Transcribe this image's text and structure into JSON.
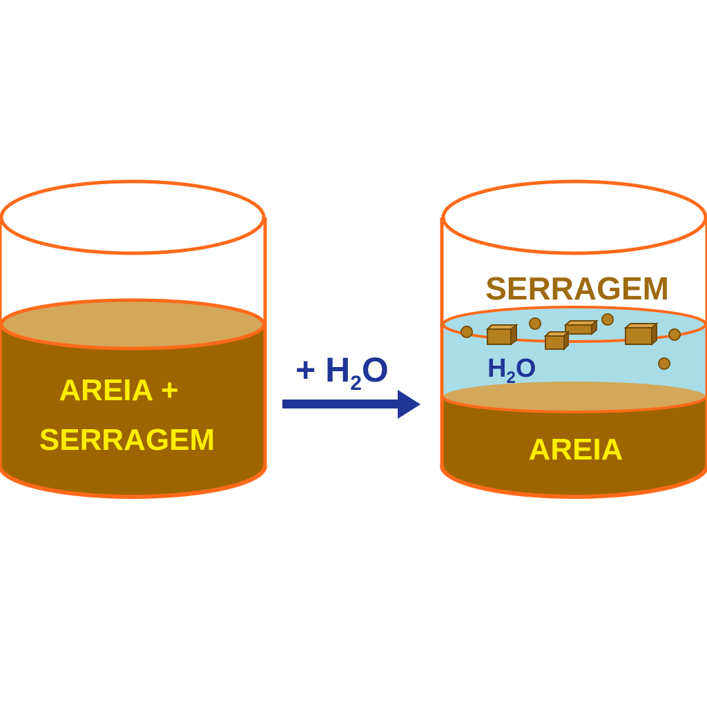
{
  "left_beaker": {
    "label_line1": "AREIA +",
    "label_line2": "SERRAGEM"
  },
  "arrow": {
    "label_prefix": "+ H",
    "label_subscript": "2",
    "label_suffix": "O"
  },
  "right_beaker": {
    "top_label": "SERRAGEM",
    "water_label_prefix": "H",
    "water_label_subscript": "2",
    "water_label_suffix": "O",
    "bottom_label": "AREIA"
  },
  "colors": {
    "beaker_outline": "#ff6a1a",
    "sand_mixture": "#9c6500",
    "sand_top": "#d4a85a",
    "water": "#a8dde8",
    "label_yellow": "#ffee00",
    "sawdust_label": "#9c6a10",
    "arrow_blue": "#1f3597",
    "sawdust_particle": "#b57e1e"
  }
}
